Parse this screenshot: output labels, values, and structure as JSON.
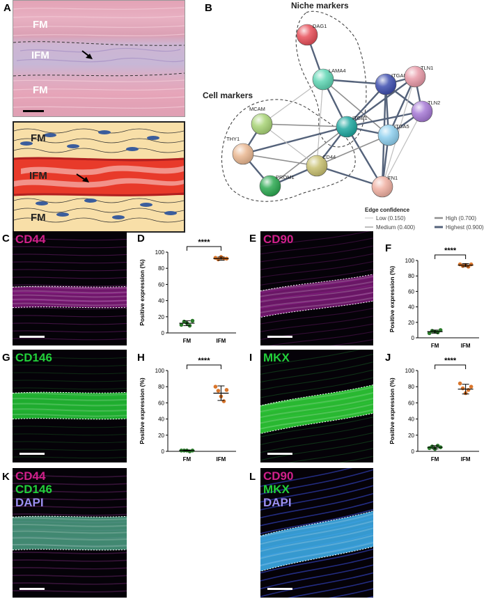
{
  "panels": {
    "A": "A",
    "B": "B",
    "C": "C",
    "D": "D",
    "E": "E",
    "F": "F",
    "G": "G",
    "H": "H",
    "I": "I",
    "J": "J",
    "K": "K",
    "L": "L"
  },
  "panel_a": {
    "histology_labels": [
      "FM",
      "IFM",
      "FM"
    ],
    "schematic_labels": [
      "FM",
      "IFM",
      "FM"
    ]
  },
  "network": {
    "group_labels": {
      "niche": "Niche markers",
      "cell": "Cell markers"
    },
    "nodes": [
      {
        "id": "DAG1",
        "color": "#e8505a"
      },
      {
        "id": "LAMA4",
        "color": "#5fd6b4"
      },
      {
        "id": "ITGA8",
        "color": "#3f4fb0"
      },
      {
        "id": "TLN1",
        "color": "#e89aa8"
      },
      {
        "id": "TLN2",
        "color": "#a77ad6"
      },
      {
        "id": "MCAM",
        "color": "#a9d477"
      },
      {
        "id": "ITGB1",
        "color": "#1fa8a0"
      },
      {
        "id": "ITGA5",
        "color": "#8fd0ef"
      },
      {
        "id": "THY1",
        "color": "#eab892"
      },
      {
        "id": "CD44",
        "color": "#c8c070"
      },
      {
        "id": "PROM1",
        "color": "#2daa52"
      },
      {
        "id": "FN1",
        "color": "#f0b0a2"
      }
    ],
    "legend": {
      "title": "Edge confidence",
      "items": [
        "Low (0.150)",
        "Medium (0.400)",
        "High (0.700)",
        "Highest (0.900)"
      ],
      "colors": [
        "#e0e0e0",
        "#bdbdbd",
        "#8f8f8f",
        "#54627a"
      ]
    }
  },
  "micrographs": {
    "C": {
      "lines": [
        "CD44"
      ],
      "colors": [
        "#d0208a"
      ]
    },
    "E": {
      "lines": [
        "CD90"
      ],
      "colors": [
        "#d0208a"
      ]
    },
    "G": {
      "lines": [
        "CD146"
      ],
      "colors": [
        "#22d03a"
      ]
    },
    "I": {
      "lines": [
        "MKX"
      ],
      "colors": [
        "#22d03a"
      ]
    },
    "K": {
      "lines": [
        "CD44",
        "CD146",
        "DAPI"
      ],
      "colors": [
        "#d0208a",
        "#22d03a",
        "#9b8ff0"
      ]
    },
    "L": {
      "lines": [
        "CD90",
        "MKX",
        "DAPI"
      ],
      "colors": [
        "#d0208a",
        "#22d03a",
        "#9b8ff0"
      ]
    }
  },
  "chart_data": [
    {
      "panel": "D",
      "type": "scatter",
      "ylabel": "Positive expression (%)",
      "categories": [
        "FM",
        "IFM"
      ],
      "ylim": [
        0,
        100
      ],
      "yticks": [
        0,
        20,
        40,
        60,
        80,
        100
      ],
      "significance": "****",
      "series": [
        {
          "category": "FM",
          "color": "#2a7a2a",
          "mean": 12,
          "sd": 3,
          "points": [
            10,
            14,
            12,
            9,
            15
          ]
        },
        {
          "category": "IFM",
          "color": "#d9752b",
          "mean": 92,
          "sd": 2,
          "points": [
            93,
            91,
            94,
            92,
            92
          ]
        }
      ]
    },
    {
      "panel": "F",
      "type": "scatter",
      "ylabel": "Positive expression (%)",
      "categories": [
        "FM",
        "IFM"
      ],
      "ylim": [
        0,
        100
      ],
      "yticks": [
        0,
        20,
        40,
        60,
        80,
        100
      ],
      "significance": "****",
      "series": [
        {
          "category": "FM",
          "color": "#2a7a2a",
          "mean": 8,
          "sd": 2,
          "points": [
            6,
            9,
            8,
            7,
            10
          ]
        },
        {
          "category": "IFM",
          "color": "#d9752b",
          "mean": 94,
          "sd": 2,
          "points": [
            95,
            93,
            94,
            92,
            95
          ]
        }
      ]
    },
    {
      "panel": "H",
      "type": "scatter",
      "ylabel": "Positive expression (%)",
      "categories": [
        "FM",
        "IFM"
      ],
      "ylim": [
        0,
        100
      ],
      "yticks": [
        0,
        20,
        40,
        60,
        80,
        100
      ],
      "significance": "****",
      "series": [
        {
          "category": "FM",
          "color": "#2a7a2a",
          "mean": 1,
          "sd": 0.5,
          "points": [
            1,
            1,
            1,
            0,
            1
          ]
        },
        {
          "category": "IFM",
          "color": "#d9752b",
          "mean": 72,
          "sd": 9,
          "points": [
            80,
            75,
            68,
            62,
            76
          ]
        }
      ]
    },
    {
      "panel": "J",
      "type": "scatter",
      "ylabel": "Positive expression (%)",
      "categories": [
        "FM",
        "IFM"
      ],
      "ylim": [
        0,
        100
      ],
      "yticks": [
        0,
        20,
        40,
        60,
        80,
        100
      ],
      "significance": "****",
      "series": [
        {
          "category": "FM",
          "color": "#2a7a2a",
          "mean": 5,
          "sd": 2,
          "points": [
            4,
            6,
            3,
            7,
            5
          ]
        },
        {
          "category": "IFM",
          "color": "#d9752b",
          "mean": 77,
          "sd": 6,
          "points": [
            84,
            78,
            72,
            76,
            80
          ]
        }
      ]
    }
  ]
}
